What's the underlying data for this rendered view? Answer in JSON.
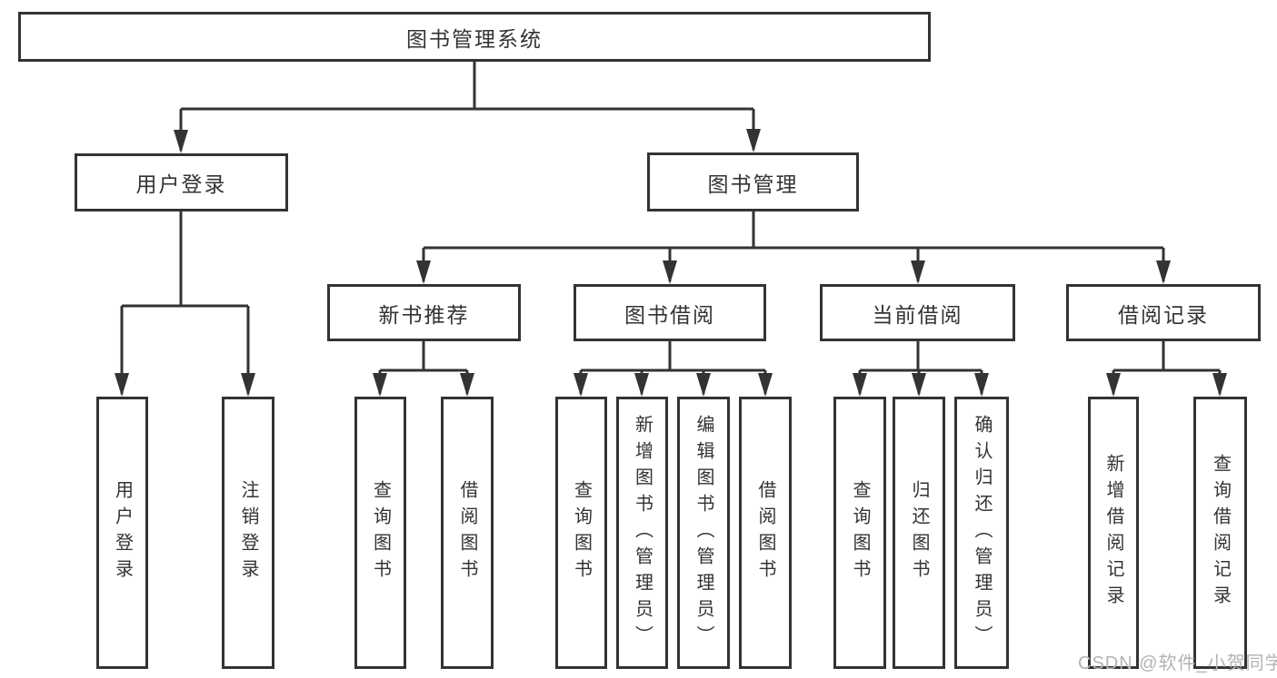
{
  "diagram": {
    "title": "图书管理系统",
    "nodes": {
      "root": "图书管理系统",
      "userLogin": "用户登录",
      "bookMgmt": "图书管理",
      "newBookRec": "新书推荐",
      "bookBorrow": "图书借阅",
      "currentBorrow": "当前借阅",
      "borrowRecord": "借阅记录",
      "ulLogin": "用户登录",
      "ulLogout": "注销登录",
      "nbrQuery": "查询图书",
      "nbrBorrow": "借阅图书",
      "bbQuery": "查询图书",
      "bbAdd": "新增图书（管理员）",
      "bbEdit": "编辑图书（管理员）",
      "bbBorrow": "借阅图书",
      "cbQuery": "查询图书",
      "cbReturn": "归还图书",
      "cbConfirm": "确认归还（管理员）",
      "brAdd": "新增借阅记录",
      "brQuery": "查询借阅记录"
    },
    "colors": {
      "line": "#333333",
      "box_background": "#ffffff",
      "text": "#333333",
      "watermark": "#b3b3b3"
    }
  },
  "watermark": "CSDN @软件_小贺同学"
}
